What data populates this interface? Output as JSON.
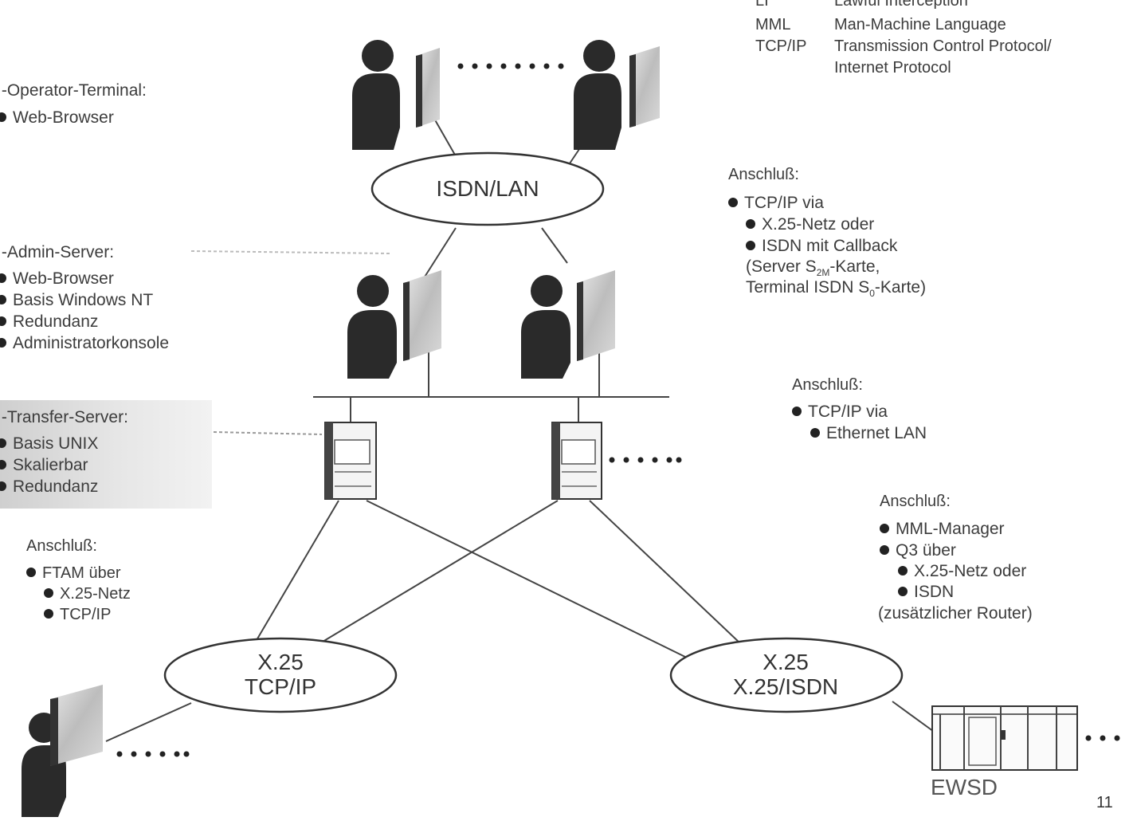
{
  "legend": [
    {
      "abbr": "LI",
      "text": "Lawful Interception"
    },
    {
      "abbr": "MML",
      "text": "Man-Machine Language"
    },
    {
      "abbr": "TCP/IP",
      "text": "Transmission Control Protocol/"
    },
    {
      "abbr": "",
      "text": "Internet Protocol"
    }
  ],
  "operator_terminal": {
    "title": "I-Operator-Terminal:",
    "items": [
      "Web-Browser"
    ]
  },
  "admin_server": {
    "title": "I-Admin-Server:",
    "items": [
      "Web-Browser",
      "Basis Windows NT",
      "Redundanz",
      "Administratorkonsole"
    ]
  },
  "transfer_server": {
    "title": "I-Transfer-Server:",
    "items": [
      "Basis UNIX",
      "Skalierbar",
      "Redundanz"
    ]
  },
  "anschluss_transfer": {
    "title": "Anschluß:",
    "item": "FTAM über",
    "sub": [
      "X.25-Netz",
      "TCP/IP"
    ]
  },
  "anschluss_isdn": {
    "title": "Anschluß:",
    "item": "TCP/IP via",
    "sub": [
      "X.25-Netz oder",
      "ISDN mit Callback"
    ],
    "note1_pre": "(Server S",
    "note1_sub": "2M",
    "note1_post": "-Karte,",
    "note2_pre": "Terminal ISDN S",
    "note2_sub": "0",
    "note2_post": "-Karte)"
  },
  "anschluss_lan": {
    "title": "Anschluß:",
    "item": "TCP/IP via",
    "sub": [
      "Ethernet LAN"
    ]
  },
  "anschluss_ewsd": {
    "title": "Anschluß:",
    "items": [
      "MML-Manager",
      "Q3 über"
    ],
    "sub": [
      "X.25-Netz oder",
      "ISDN"
    ],
    "note": "(zusätzlicher Router)"
  },
  "clouds": {
    "isdn_lan": "ISDN/LAN",
    "left_line1": "X.25",
    "left_line2": "TCP/IP",
    "right_line1": "X.25",
    "right_line2": "X.25/ISDN"
  },
  "ewsd_label": "EWSD",
  "page_number": "11"
}
